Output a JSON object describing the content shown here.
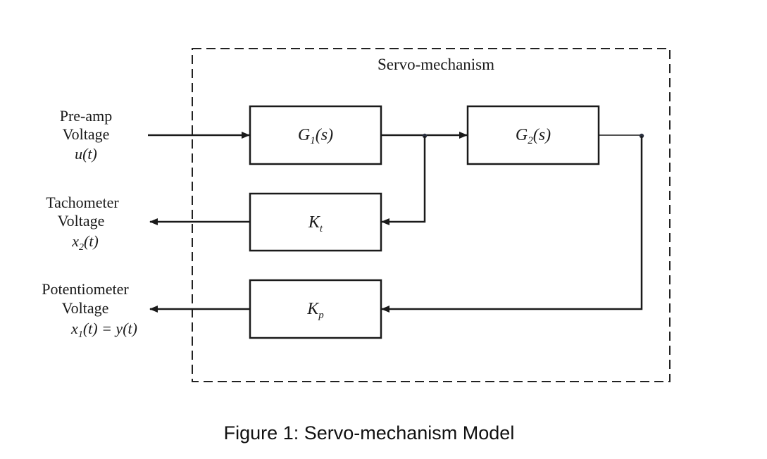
{
  "container": {
    "label": "Servo-mechanism"
  },
  "inputs": {
    "preamp": {
      "line1": "Pre-amp",
      "line2": "Voltage",
      "symbol": "u(t)"
    }
  },
  "outputs": {
    "tachometer": {
      "line1": "Tachometer",
      "line2": "Voltage",
      "sym": "x",
      "sub": "2",
      "suffix": "(t)"
    },
    "potentiometer": {
      "line1": "Potentiometer",
      "line2": "Voltage",
      "sym": "x",
      "sub": "1",
      "suffix": "(t) = y(t)"
    }
  },
  "blocks": {
    "g1": {
      "sym": "G",
      "sub": "1",
      "suffix": "(s)"
    },
    "g2": {
      "sym": "G",
      "sub": "2",
      "suffix": "(s)"
    },
    "kt": {
      "sym": "K",
      "sub": "t"
    },
    "kp": {
      "sym": "K",
      "sub": "p"
    }
  },
  "caption": "Figure 1: Servo-mechanism Model"
}
